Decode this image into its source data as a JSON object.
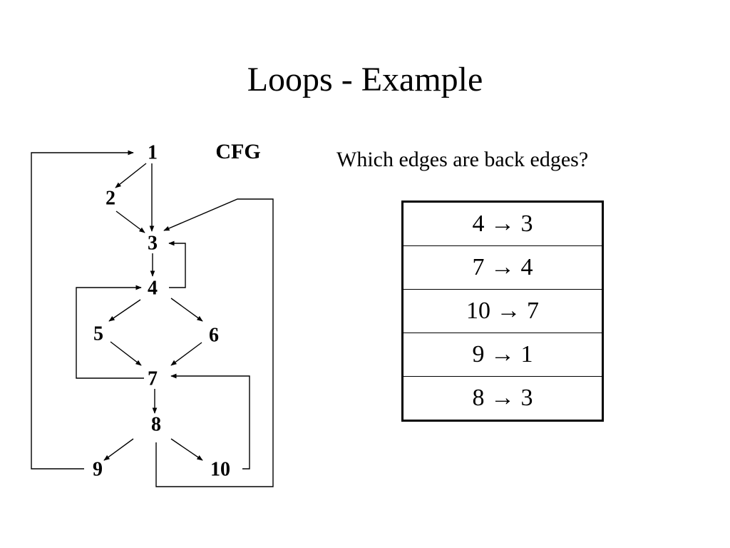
{
  "title": "Loops - Example",
  "question": "Which edges are back edges?",
  "cfg": {
    "label": "CFG",
    "nodes": [
      {
        "id": "1",
        "label": "1"
      },
      {
        "id": "2",
        "label": "2"
      },
      {
        "id": "3",
        "label": "3"
      },
      {
        "id": "4",
        "label": "4"
      },
      {
        "id": "5",
        "label": "5"
      },
      {
        "id": "6",
        "label": "6"
      },
      {
        "id": "7",
        "label": "7"
      },
      {
        "id": "8",
        "label": "8"
      },
      {
        "id": "9",
        "label": "9"
      },
      {
        "id": "10",
        "label": "10"
      }
    ],
    "edges": [
      {
        "from": "1",
        "to": "2"
      },
      {
        "from": "1",
        "to": "3"
      },
      {
        "from": "2",
        "to": "3"
      },
      {
        "from": "3",
        "to": "4"
      },
      {
        "from": "4",
        "to": "3"
      },
      {
        "from": "4",
        "to": "5"
      },
      {
        "from": "4",
        "to": "6"
      },
      {
        "from": "5",
        "to": "7"
      },
      {
        "from": "6",
        "to": "7"
      },
      {
        "from": "7",
        "to": "4"
      },
      {
        "from": "7",
        "to": "8"
      },
      {
        "from": "8",
        "to": "9"
      },
      {
        "from": "8",
        "to": "10"
      },
      {
        "from": "8",
        "to": "3"
      },
      {
        "from": "9",
        "to": "1"
      },
      {
        "from": "10",
        "to": "7"
      }
    ]
  },
  "back_edges_table": {
    "rows": [
      "4 → 3",
      "7 → 4",
      "10 → 7",
      "9 → 1",
      "8 → 3"
    ]
  }
}
